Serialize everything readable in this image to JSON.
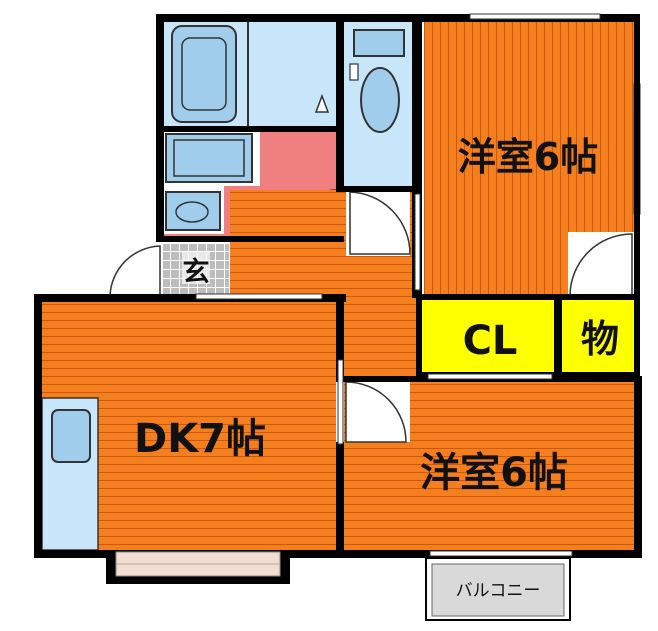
{
  "rooms": {
    "western_room_upper": "洋室6帖",
    "western_room_lower": "洋室6帖",
    "dining_kitchen": "DK7帖",
    "closet": "CL",
    "storage": "物",
    "entrance": "玄",
    "balcony": "バルコニー"
  },
  "colors": {
    "floor_orange": "#F57F1E",
    "floor_stripe": "#C85A0A",
    "closet_yellow": "#FFFF00",
    "bath_blue": "#C8E6FA",
    "fixture_blue": "#9FCDEB",
    "washroom_pink": "#F08080",
    "balcony_gray": "#D9D9D9",
    "entrance_tile": "#BDBDBD",
    "wall": "#000000"
  }
}
